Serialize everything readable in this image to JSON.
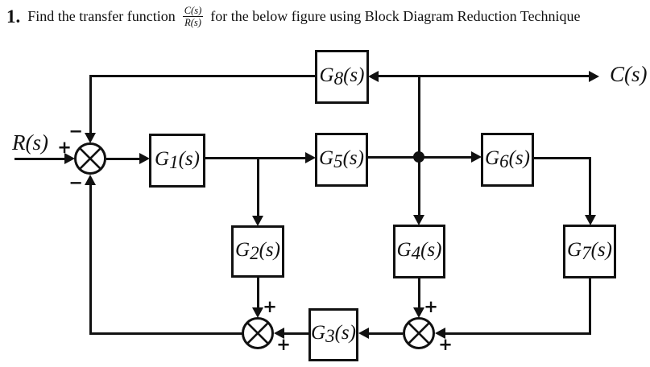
{
  "title": {
    "number": "1.",
    "text_before_fraction": "Find the transfer function",
    "fraction_numerator": "C(s)",
    "fraction_denominator": "R(s)",
    "text_after_fraction": "for the below figure using Block Diagram Reduction Technique"
  },
  "diagram": {
    "input_label": "R(s)",
    "output_label": "C(s)",
    "blocks": {
      "g1": {
        "base": "G",
        "sub": "1",
        "arg": "(s)"
      },
      "g2": {
        "base": "G",
        "sub": "2",
        "arg": "(s)"
      },
      "g3": {
        "base": "G",
        "sub": "3",
        "arg": "(s)"
      },
      "g4": {
        "base": "G",
        "sub": "4",
        "arg": "(s)"
      },
      "g5": {
        "base": "G",
        "sub": "5",
        "arg": "(s)"
      },
      "g6": {
        "base": "G",
        "sub": "6",
        "arg": "(s)"
      },
      "g7": {
        "base": "G",
        "sub": "7",
        "arg": "(s)"
      },
      "g8": {
        "base": "G",
        "sub": "8",
        "arg": "(s)"
      }
    },
    "summing_junctions": {
      "input": {
        "left_sign": "+",
        "top_sign": "−",
        "bottom_sign": "−"
      },
      "bottom_left": {
        "top_sign": "+",
        "right_sign": "+"
      },
      "bottom_right": {
        "top_sign": "+",
        "right_sign": "+"
      }
    }
  },
  "colors": {
    "ink": "#111111",
    "background": "#ffffff"
  }
}
